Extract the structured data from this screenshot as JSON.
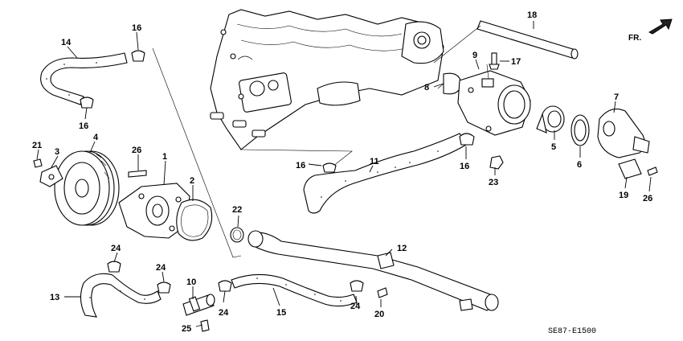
{
  "diagram_code": "SE87-E1500",
  "direction_indicator": {
    "label": "FR.",
    "icon": "front-direction-arrow-icon"
  },
  "part_callouts": {
    "p1": "1",
    "p2": "2",
    "p3": "3",
    "p4": "4",
    "p5": "5",
    "p6": "6",
    "p7": "7",
    "p8": "8",
    "p9": "9",
    "p10": "10",
    "p11": "11",
    "p12": "12",
    "p13": "13",
    "p14": "14",
    "p15": "15",
    "p16a": "16",
    "p16b": "16",
    "p16c": "16",
    "p16d": "16",
    "p17": "17",
    "p18": "18",
    "p19": "19",
    "p20": "20",
    "p21": "21",
    "p22": "22",
    "p23": "23",
    "p24a": "24",
    "p24b": "24",
    "p24c": "24",
    "p24d": "24",
    "p25": "25",
    "p26a": "26",
    "p26b": "26"
  }
}
